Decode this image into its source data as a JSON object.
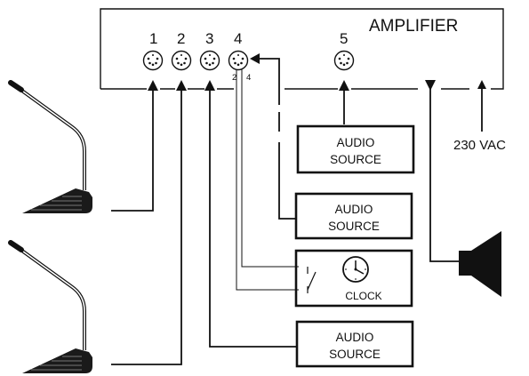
{
  "amplifier": {
    "title": "AMPLIFIER",
    "inputs": [
      "1",
      "2",
      "3",
      "4",
      "5"
    ],
    "pin_labels": [
      "2",
      "4"
    ]
  },
  "sources": {
    "line1": "AUDIO",
    "line2": "SOURCE"
  },
  "clock": {
    "label": "CLOCK"
  },
  "power": {
    "label": "230 VAC"
  }
}
